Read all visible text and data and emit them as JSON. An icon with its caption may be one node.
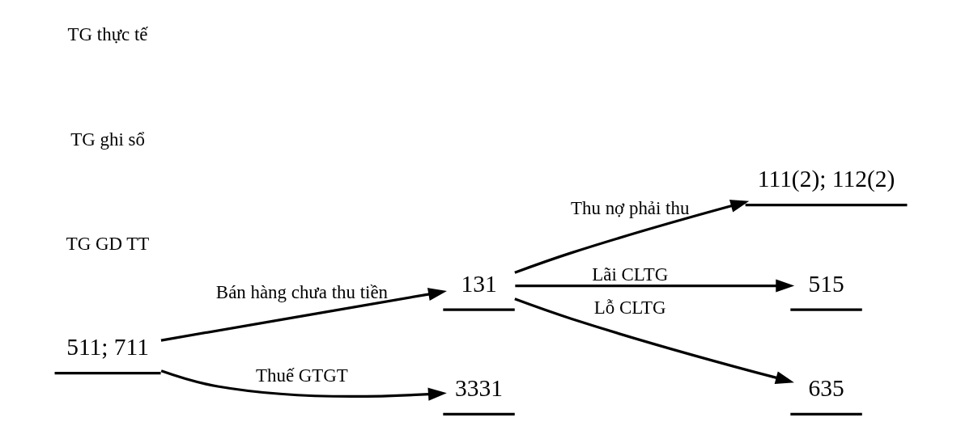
{
  "diagram": {
    "nodes": [
      {
        "text": [
          "511; 711"
        ]
      },
      {
        "text": [
          "131"
        ]
      },
      {
        "text": [
          "111(2); 112(2)"
        ]
      },
      {
        "text": [
          "3331"
        ]
      },
      {
        "text": [
          "515"
        ]
      },
      {
        "text": [
          "635"
        ]
      }
    ],
    "edges": [
      {
        "from": 0,
        "to": 1,
        "arrow": "to",
        "label": "Bán hàng chưa thu tiền"
      },
      {
        "from": 0,
        "to": 3,
        "arrow": "to",
        "label": "Thuế GTGT"
      },
      {
        "from": 1,
        "to": 2,
        "arrow": "to",
        "label": "Thu nợ phải thu"
      },
      {
        "from": 1,
        "to": 4,
        "arrow": "to",
        "label": "Lãi CLTG"
      },
      {
        "from": 1,
        "to": 5,
        "arrow": "to",
        "label": "Lỗ CLTG"
      }
    ],
    "labels": [
      "TG GD TT",
      "TG ghi sổ",
      "TG thực tế"
    ]
  }
}
